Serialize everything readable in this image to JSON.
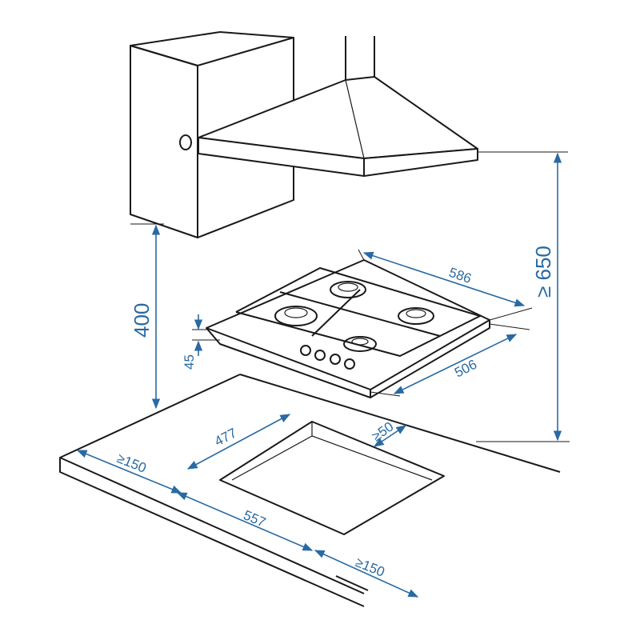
{
  "dimensions": {
    "hood_height": "400",
    "min_height": "≥ 650",
    "hob_width": "586",
    "hob_depth": "506",
    "hob_height": "45",
    "cutout_depth": "477",
    "back_clearance": "≥50",
    "left_clearance": "≥150",
    "cutout_width": "557",
    "right_clearance": "≥150"
  },
  "colors": {
    "dimension": "#2a6aa3",
    "line": "#1a1a1a"
  }
}
